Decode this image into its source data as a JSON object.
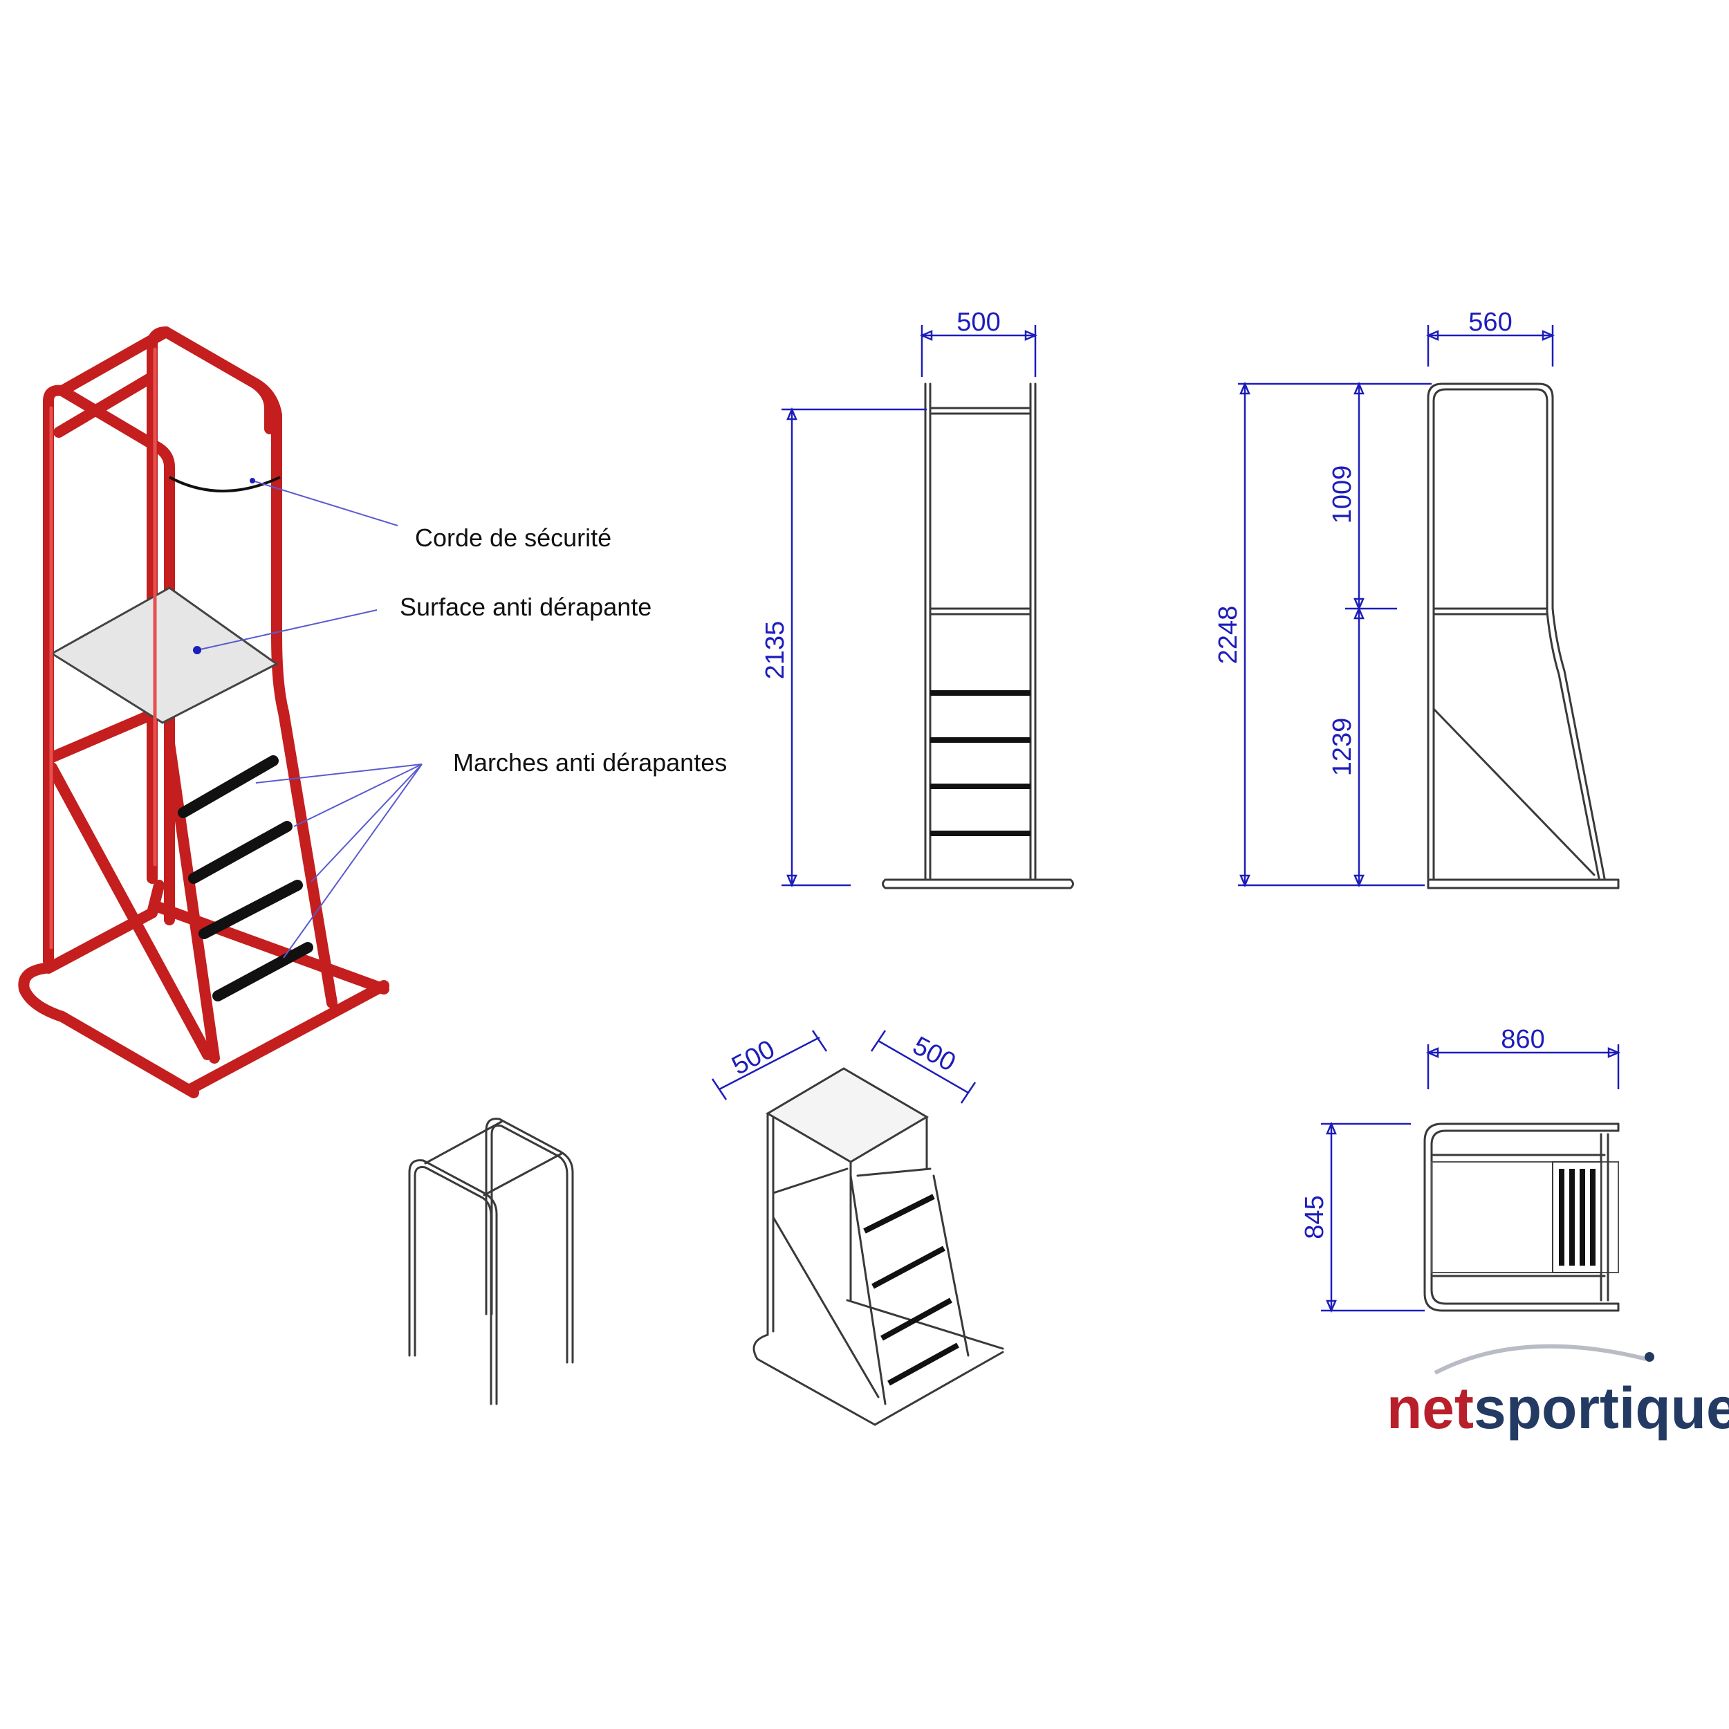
{
  "callouts": {
    "rope": "Corde de sécurité",
    "surface": "Surface anti dérapante",
    "steps": "Marches anti dérapantes"
  },
  "dimensions": {
    "front_width": "500",
    "front_height": "2135",
    "side_width": "560",
    "side_total_height": "2248",
    "side_upper_height": "1009",
    "side_lower_height": "1239",
    "top_width": "860",
    "top_depth": "845",
    "iso_width_left": "500",
    "iso_width_right": "500"
  },
  "logo": {
    "part1": "net",
    "part2": "sportique"
  },
  "colors": {
    "frame_red": "#c41e1e",
    "dimension_blue": "#1d1dbb",
    "logo_red": "#b81f2a",
    "logo_navy": "#233a63"
  }
}
